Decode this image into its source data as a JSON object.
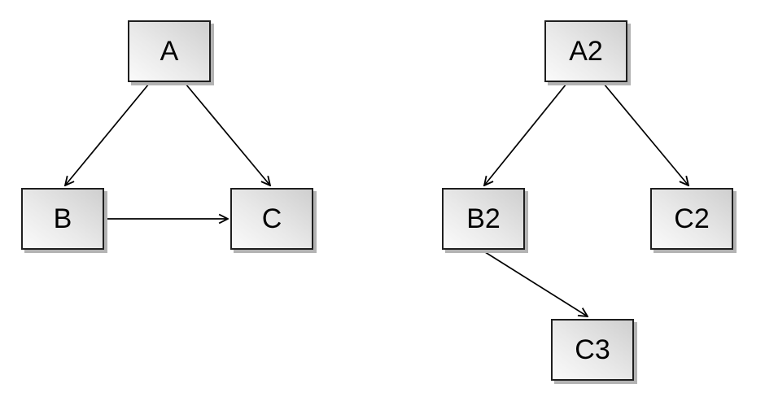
{
  "canvas": {
    "background_color": "#ffffff"
  },
  "styles": {
    "node_border_color": "#1f1f1f",
    "node_fill_light": "#fafafa",
    "node_fill_dark": "#cfcfcf",
    "node_shadow_color": "#b3b3b3",
    "edge_color": "#000000",
    "label_color": "#000000"
  },
  "diagrams": [
    {
      "name": "left-graph",
      "nodes": [
        {
          "id": "A",
          "label": "A"
        },
        {
          "id": "B",
          "label": "B"
        },
        {
          "id": "C",
          "label": "C"
        }
      ],
      "edges": [
        {
          "from": "A",
          "to": "B"
        },
        {
          "from": "A",
          "to": "C"
        },
        {
          "from": "B",
          "to": "C"
        }
      ]
    },
    {
      "name": "right-graph",
      "nodes": [
        {
          "id": "A2",
          "label": "A2"
        },
        {
          "id": "B2",
          "label": "B2"
        },
        {
          "id": "C2",
          "label": "C2"
        },
        {
          "id": "C3",
          "label": "C3"
        }
      ],
      "edges": [
        {
          "from": "A2",
          "to": "B2"
        },
        {
          "from": "A2",
          "to": "C2"
        },
        {
          "from": "B2",
          "to": "C3"
        }
      ]
    }
  ]
}
